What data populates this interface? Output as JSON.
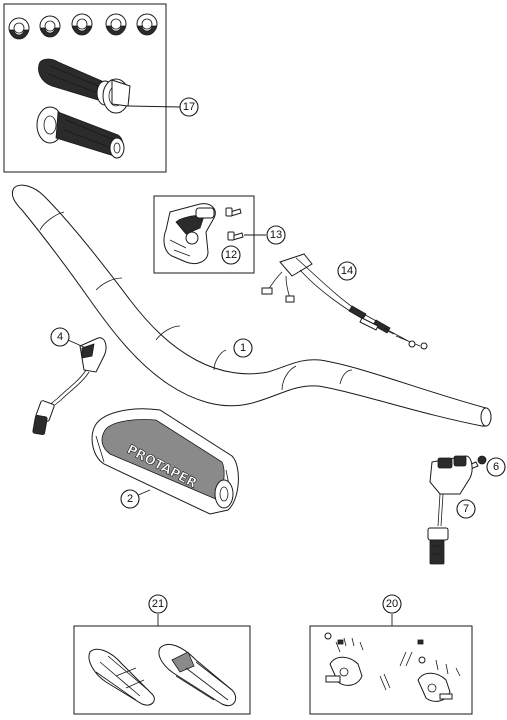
{
  "callouts": {
    "p1": "1",
    "p2": "2",
    "p4": "4",
    "p6": "6",
    "p7": "7",
    "p12": "12",
    "p13": "13",
    "p14": "14",
    "p17": "17",
    "p20": "20",
    "p21": "21"
  },
  "pad_brand": "PROTAPER",
  "colors": {
    "line": "#1a1a1a",
    "dark": "#2b2b2b",
    "background": "#ffffff"
  }
}
